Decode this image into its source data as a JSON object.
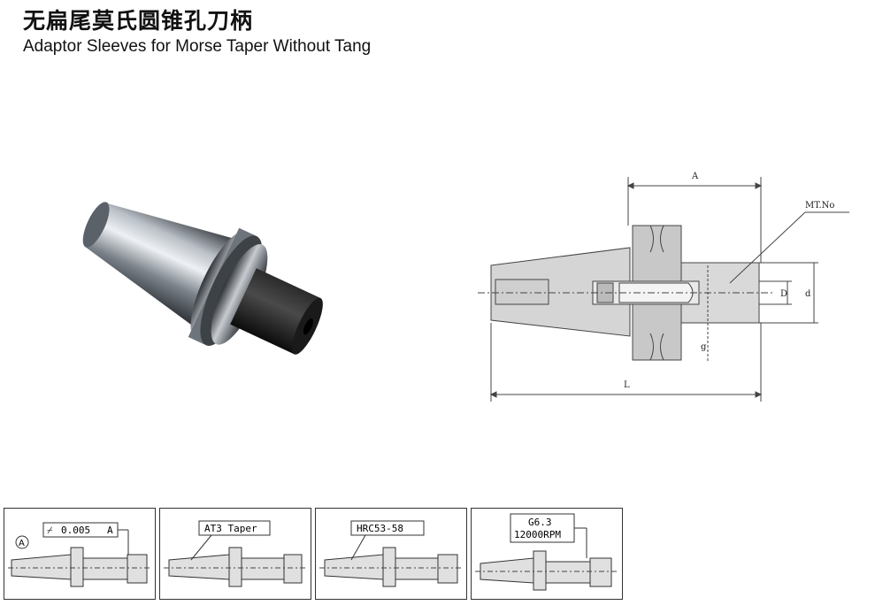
{
  "header": {
    "title_zh": "无扁尾莫氏圆锥孔刀柄",
    "title_en": "Adaptor Sleeves for Morse Taper Without Tang"
  },
  "drawing": {
    "label_A": "A",
    "label_mt": "MT.No",
    "label_D": "D",
    "label_d": "d",
    "label_g": "g",
    "label_L": "L"
  },
  "features": [
    {
      "datum": "A",
      "tolerance": "0.005",
      "ref": "A"
    },
    {
      "label": "AT3 Taper"
    },
    {
      "label": "HRC53-58"
    },
    {
      "line1": "G6.3",
      "line2": "12000RPM"
    }
  ]
}
